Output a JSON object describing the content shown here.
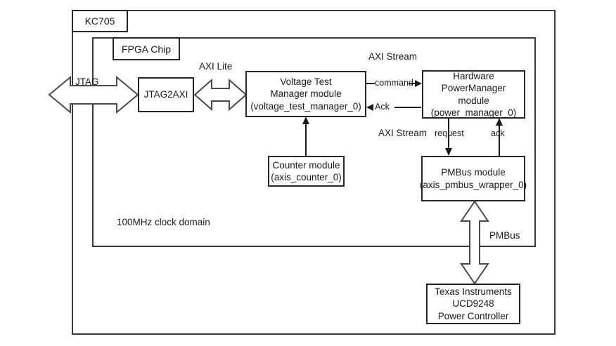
{
  "diagram": {
    "title_block": "KC705",
    "chip_block": "FPGA Chip",
    "clock_domain": "100MHz clock domain"
  },
  "blocks": {
    "jtag2axi": {
      "label": "JTAG2AXI"
    },
    "voltage_test_manager": {
      "line1": "Voltage Test",
      "line2": "Manager module",
      "line3": "(voltage_test_manager_0)"
    },
    "power_manager": {
      "line1": "Hardware",
      "line2": "PowerManager",
      "line3": "module",
      "line4": "(power_manager_0)"
    },
    "counter": {
      "line1": "Counter module",
      "line2": "(axis_counter_0)"
    },
    "pmbus": {
      "line1": "PMBus module",
      "line2": "(axis_pmbus_wrapper_0)"
    },
    "power_controller": {
      "line1": "Texas Instruments",
      "line2": "UCD9248",
      "line3": "Power Controller"
    }
  },
  "connections": {
    "jtag": "JTAG",
    "axi_lite": "AXI Lite",
    "axi_stream_top": "AXI Stream",
    "axi_stream_bottom": "AXI Stream",
    "command": "command",
    "ack_upper": "Ack",
    "request": "request",
    "ack_lower": "ack",
    "pmbus_bus": "PMBus"
  },
  "colors": {
    "line": "#1a1a1a",
    "frame": "#3a3a3a",
    "background": "#ffffff"
  }
}
